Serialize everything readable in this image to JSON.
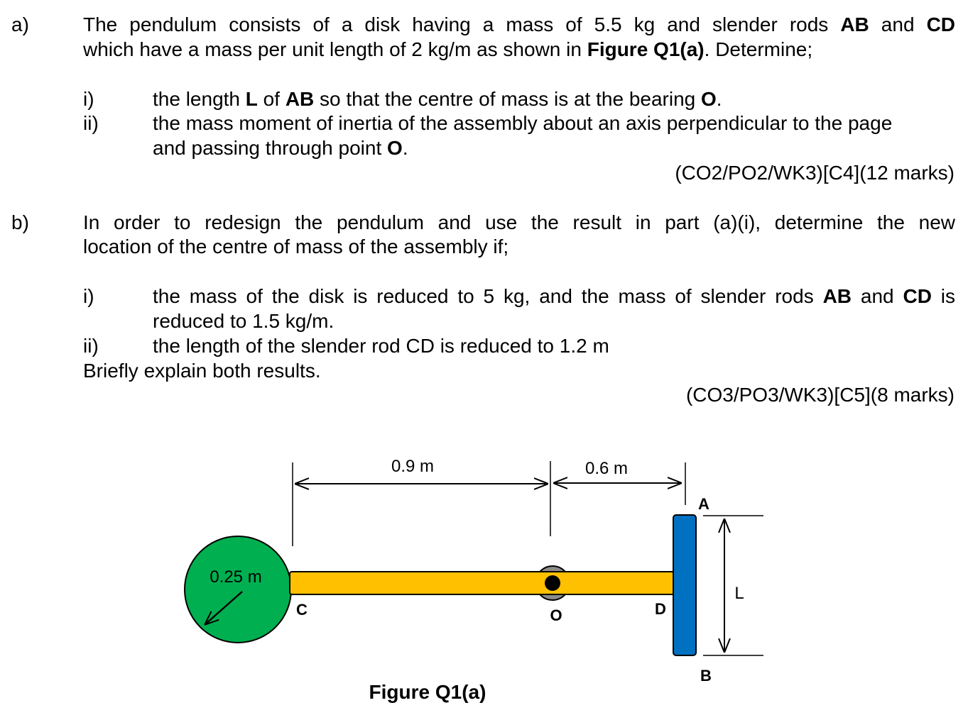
{
  "question_a": {
    "label": "a)",
    "intro_line1": [
      {
        "t": "The pendulum consists of a disk having a mass of 5.5 kg and slender rods ",
        "b": false
      },
      {
        "t": "AB",
        "b": true
      },
      {
        "t": " and ",
        "b": false
      },
      {
        "t": "CD",
        "b": true
      }
    ],
    "intro_line2": [
      {
        "t": "which have a mass per unit length of 2 kg/m as shown in ",
        "b": false
      },
      {
        "t": "Figure Q1(a)",
        "b": true
      },
      {
        "t": ". Determine;",
        "b": false
      }
    ],
    "item1_num": "i)",
    "item1_text": [
      {
        "t": "the length ",
        "b": false
      },
      {
        "t": "L",
        "b": true
      },
      {
        "t": " of ",
        "b": false
      },
      {
        "t": "AB",
        "b": true
      },
      {
        "t": " so that the centre of mass is at the bearing ",
        "b": false
      },
      {
        "t": "O",
        "b": true
      },
      {
        "t": ".",
        "b": false
      }
    ],
    "item2_num": "ii)",
    "item2_line1": [
      {
        "t": "the mass moment of inertia of the assembly about an axis perpendicular to the page",
        "b": false
      }
    ],
    "item2_line2": [
      {
        "t": "and passing through point ",
        "b": false
      },
      {
        "t": "O",
        "b": true
      },
      {
        "t": ".",
        "b": false
      }
    ],
    "marks": "(CO2/PO2/WK3)[C4](12 marks)"
  },
  "question_b": {
    "label": "b)",
    "intro_line1": [
      {
        "t": "In order to redesign the pendulum and use the result in part (a)(i), determine the new",
        "b": false
      }
    ],
    "intro_line2": [
      {
        "t": "location of the centre of mass of the assembly if;",
        "b": false
      }
    ],
    "item1_num": "i)",
    "item1_line1": [
      {
        "t": "the mass of the disk is reduced to 5 kg, and the mass of slender rods ",
        "b": false
      },
      {
        "t": "AB",
        "b": true
      },
      {
        "t": " and ",
        "b": false
      },
      {
        "t": "CD",
        "b": true
      },
      {
        "t": " is",
        "b": false
      }
    ],
    "item1_line2": [
      {
        "t": "reduced to 1.5 kg/m.",
        "b": false
      }
    ],
    "item2_num": "ii)",
    "item2_text": [
      {
        "t": "the length of the slender rod CD is reduced to 1.2 m",
        "b": false
      }
    ],
    "closing": "Briefly explain both results.",
    "marks": "(CO3/PO3/WK3)[C5](8 marks)"
  },
  "figure": {
    "caption": "Figure Q1(a)",
    "dim_co": "0.9 m",
    "dim_od": "0.6 m",
    "radius": "0.25 m",
    "label_c": "C",
    "label_o": "O",
    "label_d": "D",
    "label_a": "A",
    "label_b": "B",
    "label_l": "L",
    "colors": {
      "disk": "#00b050",
      "rod_cd": "#ffc000",
      "rod_ab": "#0070c0",
      "bearing": "#8c8c8c",
      "pin": "#000000"
    }
  }
}
